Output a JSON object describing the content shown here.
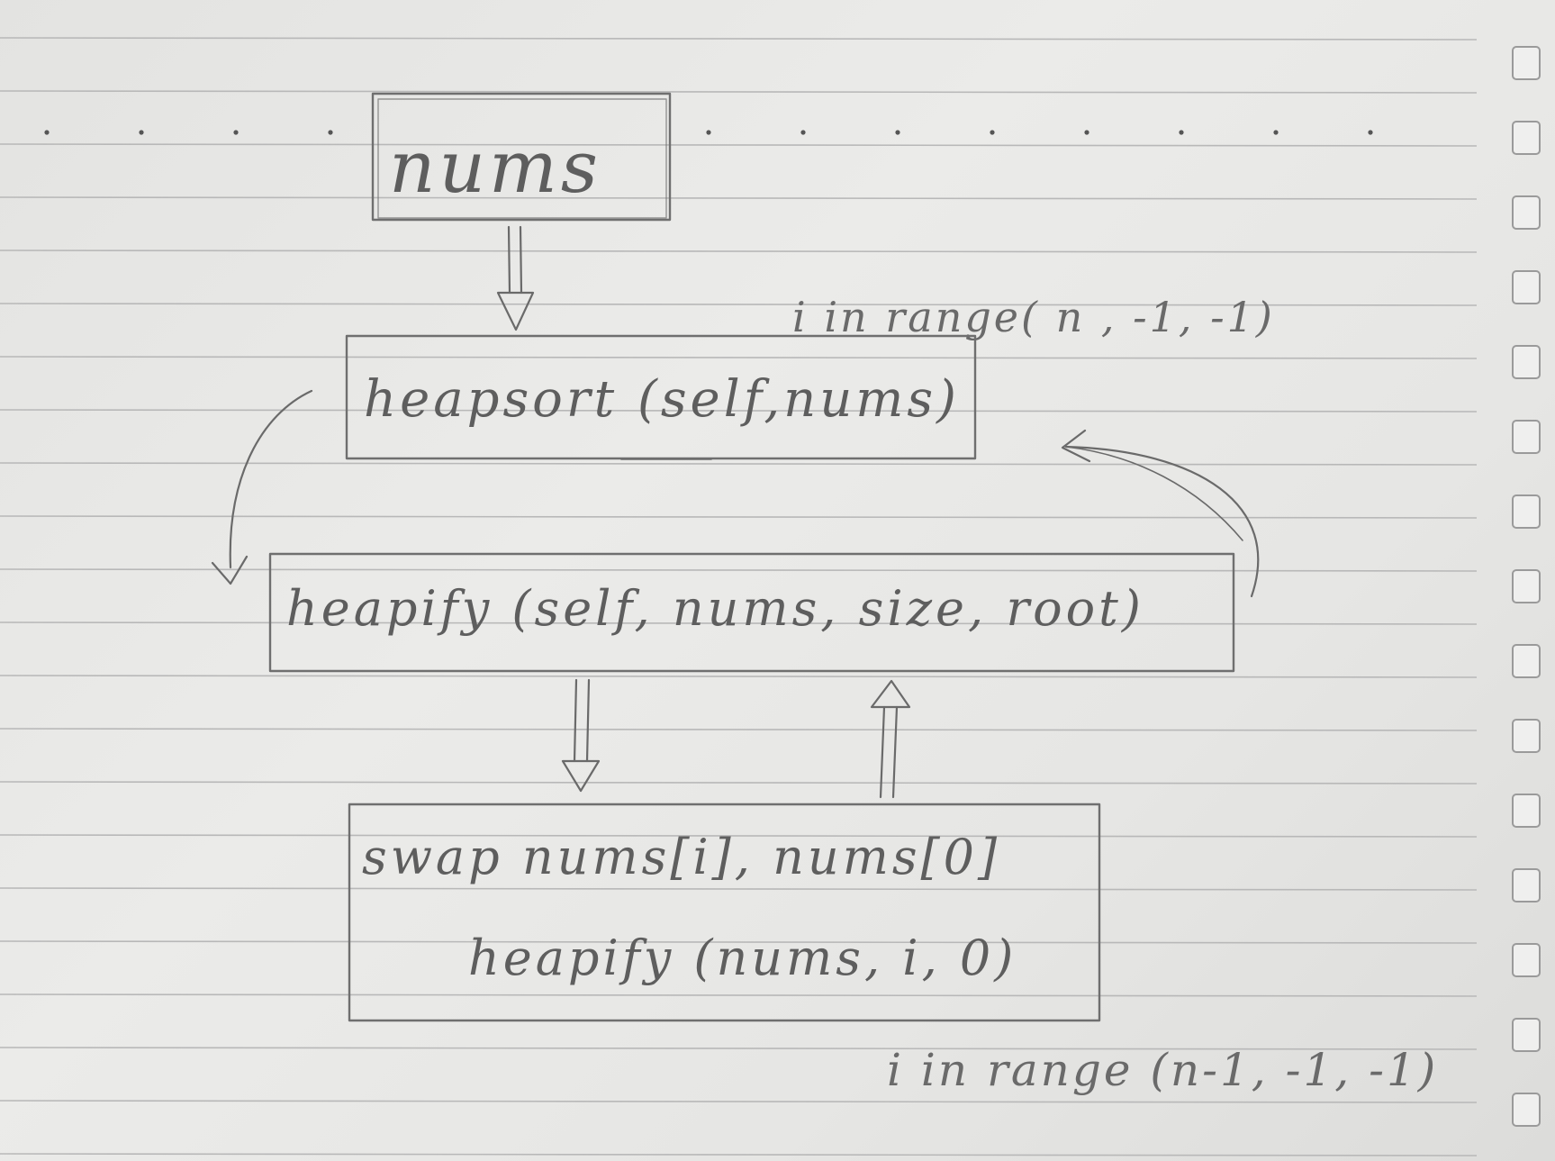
{
  "diagram": {
    "nodes": {
      "nums": "nums",
      "heapsort": "heapsort (self,nums)",
      "heapify": "heapify (self, nums, size, root)",
      "swap_line1": "swap  nums[i], nums[0]",
      "swap_line2": "heapify (nums, i, 0)"
    },
    "annotations": {
      "upper_loop": "i in range( n , -1, -1)",
      "lower_loop": "i in range (n-1, -1, -1)"
    },
    "edges": [
      {
        "from": "nums",
        "to": "heapsort",
        "style": "double-shaft arrow"
      },
      {
        "from": "heapsort",
        "to": "heapify",
        "style": "curved arrow"
      },
      {
        "from": "heapify",
        "to": "heapsort",
        "style": "curved arrow"
      },
      {
        "from": "heapify",
        "to": "swap",
        "style": "double-shaft arrow"
      },
      {
        "from": "swap",
        "to": "heapify",
        "style": "double-shaft arrow"
      }
    ]
  }
}
